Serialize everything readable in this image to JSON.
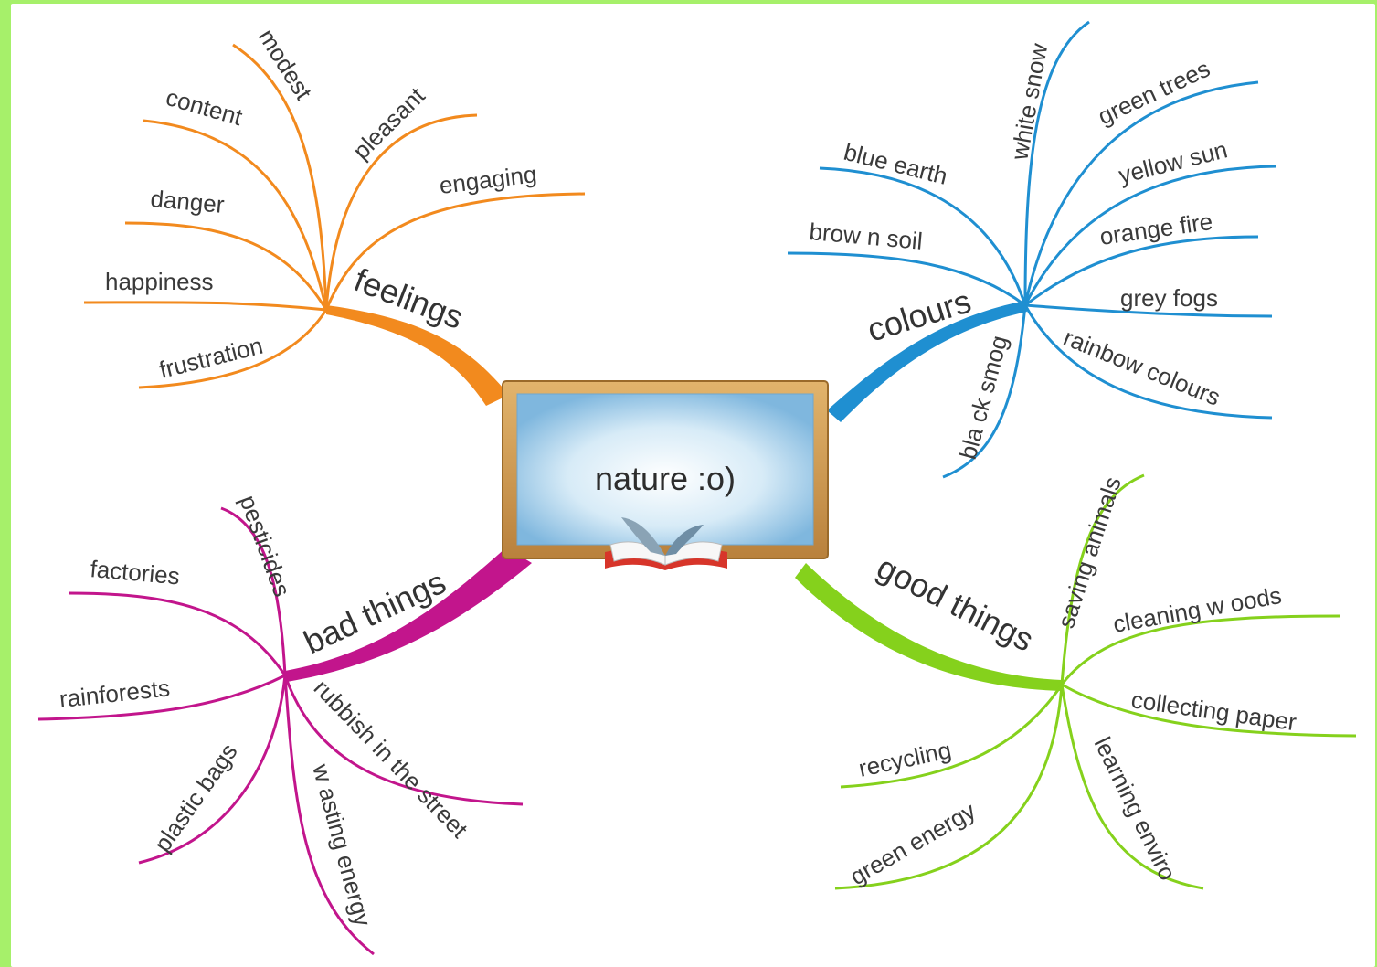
{
  "center": {
    "label": "nature :o)"
  },
  "colors": {
    "background": "#a6f06a",
    "feelings": "#f28a1e",
    "colours": "#1f8fd1",
    "bad_things": "#c2158c",
    "good_things": "#85d11c",
    "board_frame": "#c9934a",
    "board_screen": "#8ec3e6"
  },
  "branches": {
    "feelings": {
      "label": "feelings",
      "leaves": [
        "modest",
        "content",
        "pleasant",
        "engaging",
        "danger",
        "happiness",
        "frustration"
      ]
    },
    "colours": {
      "label": "colours",
      "leaves": [
        "white snow",
        "green trees",
        "blue earth",
        "yellow sun",
        "brow n soil",
        "orange fire",
        "grey fogs",
        "rainbow colours",
        "bla ck smog"
      ]
    },
    "bad_things": {
      "label": "bad things",
      "leaves": [
        "pesticides",
        "factories",
        "rainforests",
        "plastic bags",
        "w asting energy",
        "rubbish in the street"
      ]
    },
    "good_things": {
      "label": "good things",
      "leaves": [
        "saving animals",
        "cleaning w oods",
        "collecting paper",
        "recycling",
        "green energy",
        "learning enviro"
      ]
    }
  }
}
